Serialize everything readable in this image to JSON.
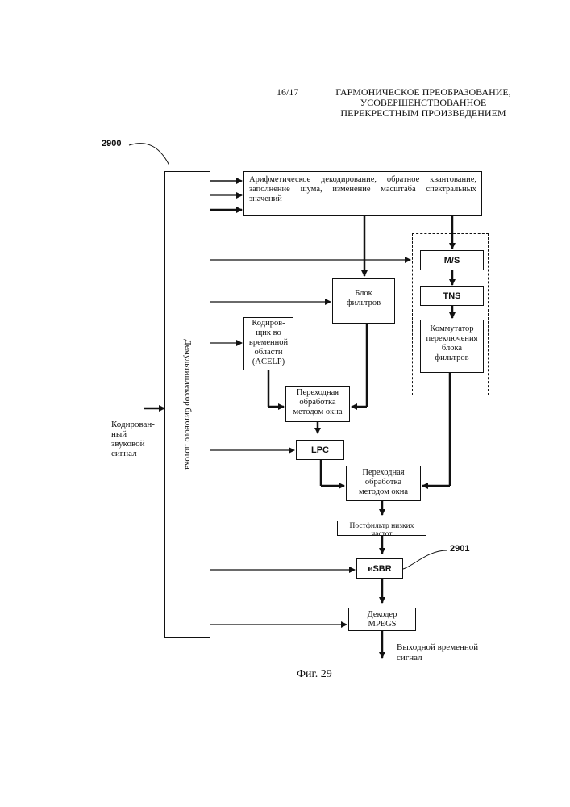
{
  "header": {
    "page": "16/17",
    "title_lines": [
      "ГАРМОНИЧЕСКОЕ ПРЕОБРАЗОВАНИЕ,",
      "УСОВЕРШЕНСТВОВАННОЕ",
      "ПЕРЕКРЕСТНЫМ ПРОИЗВЕДЕНИЕМ"
    ]
  },
  "diagram": {
    "ref_main": "2900",
    "ref_esbr": "2901",
    "demux_label": "Демультиплексор битового потока",
    "input_label_lines": [
      "Кодирован-",
      "ный",
      "звуковой",
      "сигнал"
    ],
    "blocks": {
      "arith": "Арифметическое декодирование, обратное квантование, заполнение шума, изменение масштаба спектральных значений",
      "ms": "M/S",
      "tns": "TNS",
      "filter_switch_lines": [
        "Коммутатор",
        "переключения",
        "блока",
        "фильтров"
      ],
      "filterbank_lines": [
        "Блок",
        "фильтров"
      ],
      "acelp_lines": [
        "Кодиров-",
        "щик во",
        "временной",
        "области",
        "(ACELP)"
      ],
      "window1_lines": [
        "Переходная",
        "обработка",
        "методом окна"
      ],
      "lpc": "LPC",
      "window2_lines": [
        "Переходная",
        "обработка",
        "методом окна"
      ],
      "postfilter_lines": [
        "Постфильтр низких",
        "частот"
      ],
      "esbr": "eSBR",
      "mpegs_lines": [
        "Декодер",
        "MPEGS"
      ]
    },
    "output_label_lines": [
      "Выходной временной",
      "сигнал"
    ]
  },
  "caption": "Фиг. 29"
}
